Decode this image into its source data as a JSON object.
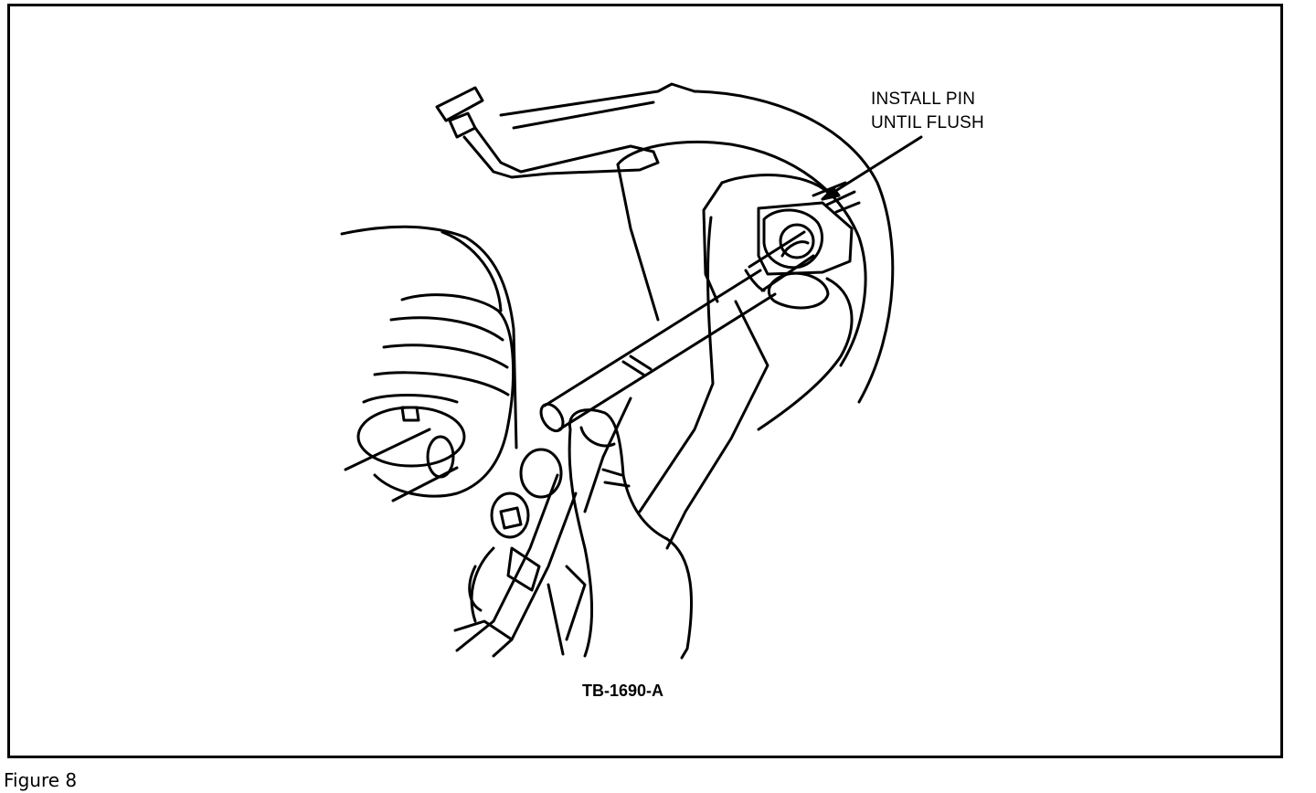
{
  "callout": {
    "line1": "INSTALL PIN",
    "line2": "UNTIL FLUSH"
  },
  "drawing_id": "TB-1690-A",
  "caption": "Figure 8",
  "colors": {
    "ink": "#000000",
    "paper": "#ffffff"
  }
}
